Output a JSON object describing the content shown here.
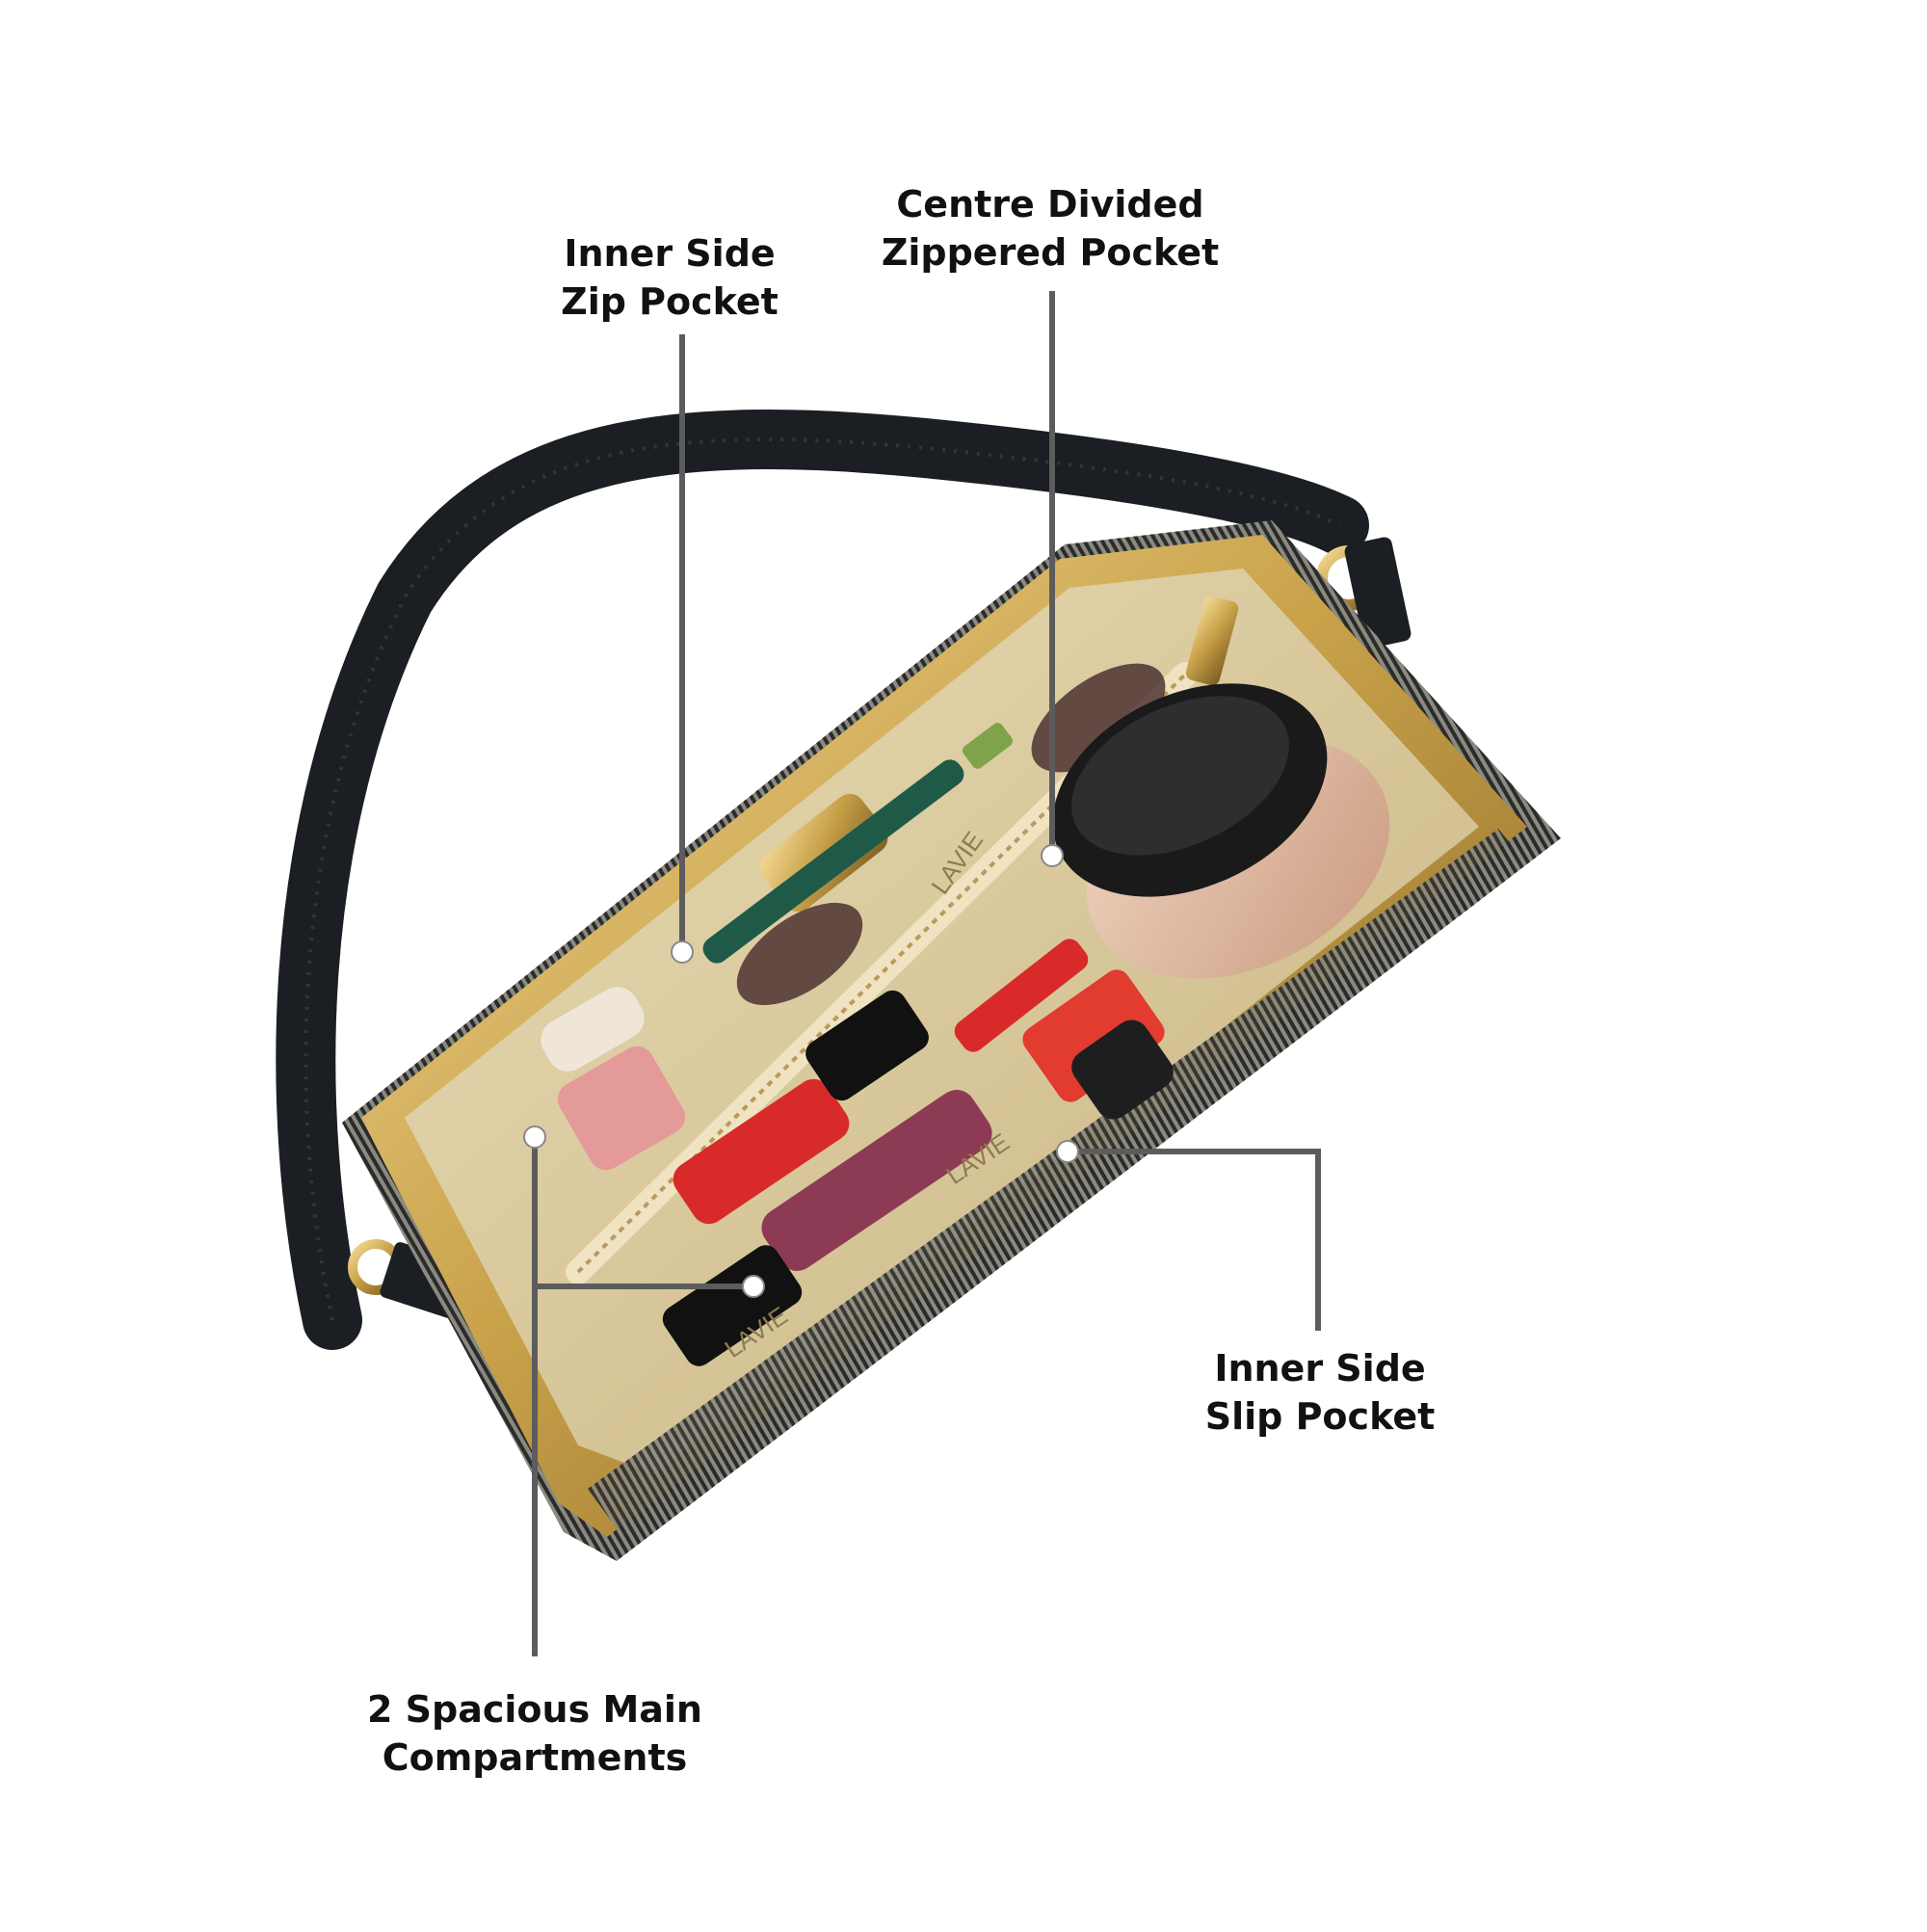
{
  "callouts": {
    "inner_side_zip_pocket": {
      "line1": "Inner Side",
      "line2": "Zip Pocket"
    },
    "centre_divided_zippered_pocket": {
      "line1": "Centre Divided",
      "line2": "Zippered Pocket"
    },
    "inner_side_slip_pocket": {
      "line1": "Inner Side",
      "line2": "Slip Pocket"
    },
    "main_compartments": {
      "line1": "2 Spacious Main",
      "line2": "Compartments"
    }
  },
  "brand_imprint": "LAVIE",
  "colors": {
    "leader_line": "#5c5c5c",
    "dot": "#ffffff",
    "strap": "#1b1e23",
    "frame_gold": "#c9a24a",
    "lining": "#d8c9a0",
    "text": "#111111"
  }
}
